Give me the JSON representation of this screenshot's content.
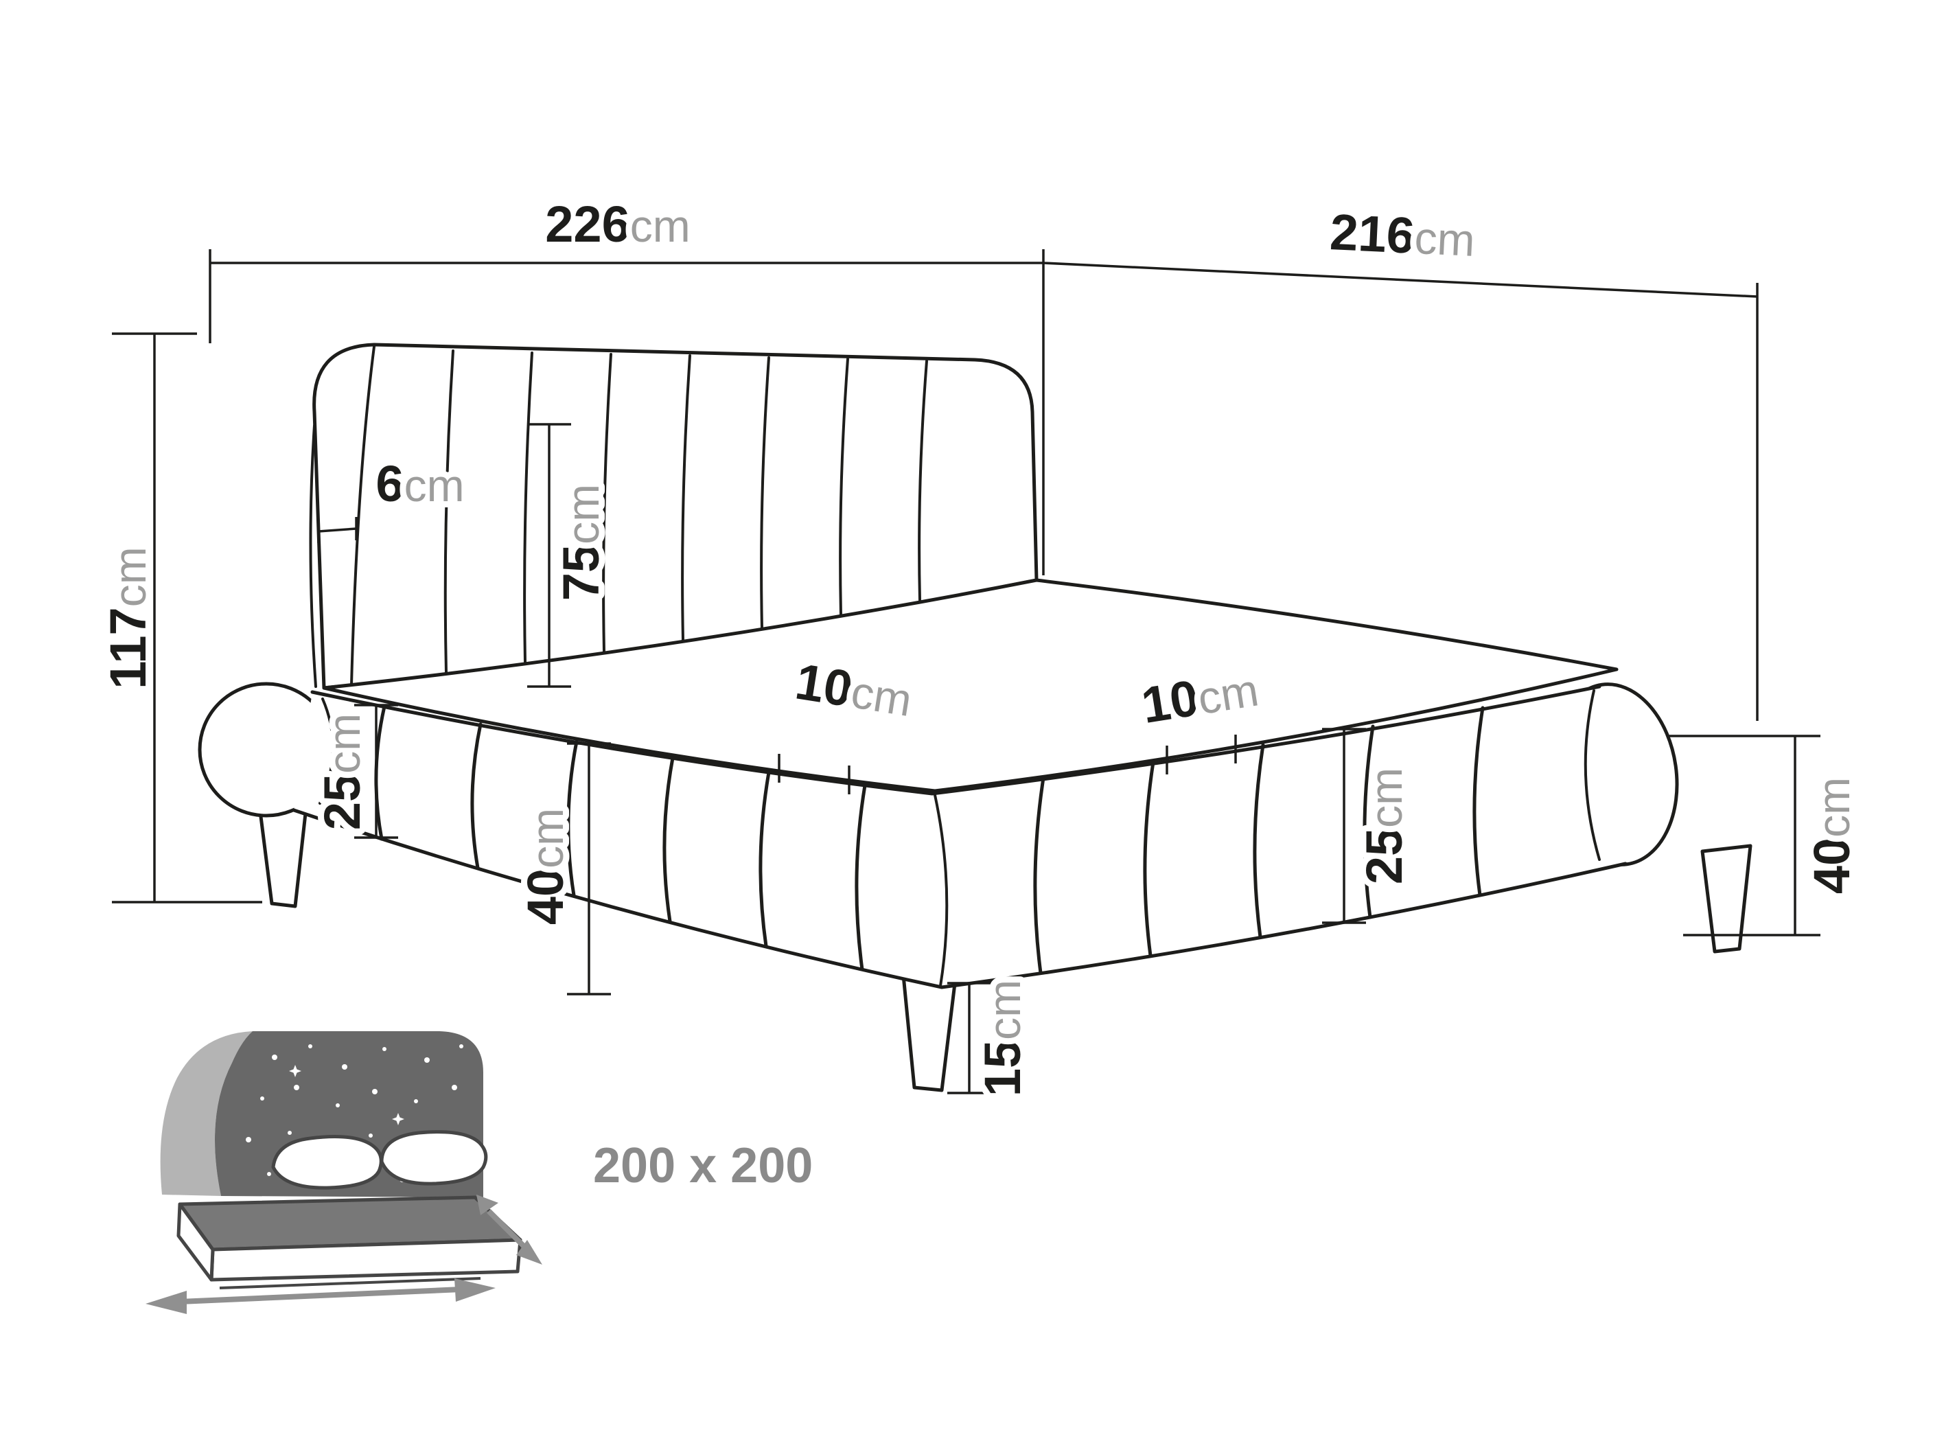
{
  "diagram_type": "furniture-dimension-drawing",
  "subject": "upholstered-bed",
  "dims": {
    "top_width": {
      "value": "226",
      "unit": "cm"
    },
    "side_depth": {
      "value": "216",
      "unit": "cm"
    },
    "total_height": {
      "value": "117",
      "unit": "cm"
    },
    "headboard_edge": {
      "value": "6",
      "unit": "cm"
    },
    "headboard_height": {
      "value": "75",
      "unit": "cm"
    },
    "strap_gap_left": {
      "value": "10",
      "unit": "cm"
    },
    "rail_height_left": {
      "value": "25",
      "unit": "cm"
    },
    "frame_height_front": {
      "value": "40",
      "unit": "cm"
    },
    "strap_gap_right": {
      "value": "10",
      "unit": "cm"
    },
    "rail_height_right": {
      "value": "25",
      "unit": "cm"
    },
    "frame_height_side": {
      "value": "40",
      "unit": "cm"
    },
    "leg_height": {
      "value": "15",
      "unit": "cm"
    }
  },
  "icon": {
    "size_label": "200 x 200"
  },
  "colors": {
    "line": "#1d1d1b",
    "number_text": "#1d1d1b",
    "unit_text": "#9d9d9c",
    "size_label_text": "#8a8a8a",
    "icon_dark": "#686868",
    "icon_light": "#b4b4b4",
    "background": "#ffffff"
  }
}
